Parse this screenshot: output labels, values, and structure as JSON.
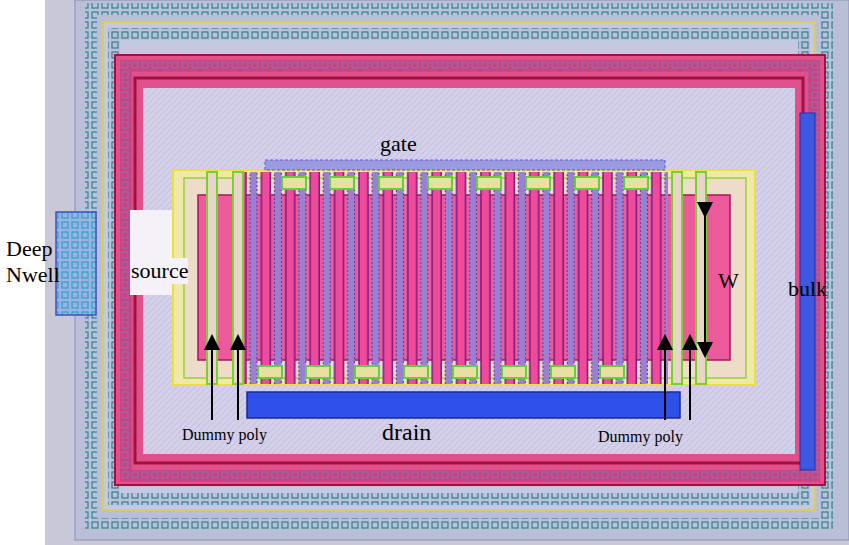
{
  "diagram": {
    "labels": [
      "gate",
      "Deep Nwell",
      "source",
      "W",
      "bulk",
      "drain",
      "Dummy poly",
      "Dummy poly"
    ]
  }
}
